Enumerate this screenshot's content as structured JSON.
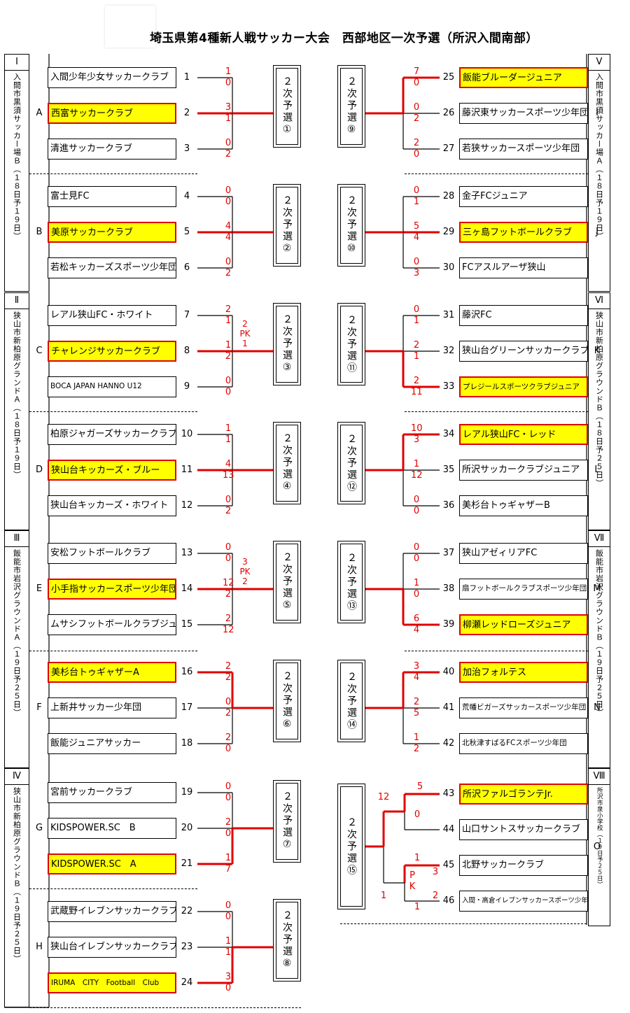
{
  "title": "埼玉県第4種新人戦サッカー大会　西部地区一次予選（所沢入間南部）",
  "box_label": "２次予選",
  "box_nums": [
    "①",
    "②",
    "③",
    "④",
    "⑤",
    "⑥",
    "⑦",
    "⑧",
    "⑨",
    "⑩",
    "⑪",
    "⑫",
    "⑬",
    "⑭",
    "⑮"
  ],
  "sections": [
    {
      "roman": "Ⅰ",
      "venue": "入間市黒須サッカー場Ｂ（１８日予１９日）"
    },
    {
      "roman": "Ⅱ",
      "venue": "狭山市新柏原グランドＡ（１８日予１９日）"
    },
    {
      "roman": "Ⅲ",
      "venue": "飯能市岩沢グラウンドＡ（１９日予２５日）"
    },
    {
      "roman": "Ⅳ",
      "venue": "狭山市新柏原グラウンドＢ（１９日予２５日）"
    },
    {
      "roman": "Ⅴ",
      "venue": "入間市黒須サッカー場Ａ（１８日予１９日）"
    },
    {
      "roman": "Ⅵ",
      "venue": "狭山市新柏原グラウンドＢ（１８日予２５日）"
    },
    {
      "roman": "Ⅶ",
      "venue": "飯能市岩沢グラウンドＢ（１９日予２５日）"
    },
    {
      "roman": "Ⅷ",
      "venue": "所沢市泉小学校（１９日予２５日）"
    }
  ],
  "groups": [
    "A",
    "B",
    "C",
    "D",
    "E",
    "F",
    "G",
    "H",
    "I",
    "J",
    "K",
    "L",
    "M",
    "N",
    "O"
  ],
  "teams": [
    {
      "no": "1",
      "name": "入間少年少女サッカークラブ",
      "win": false
    },
    {
      "no": "2",
      "name": "西富サッカークラブ",
      "win": true
    },
    {
      "no": "3",
      "name": "清進サッカークラブ",
      "win": false
    },
    {
      "no": "4",
      "name": "富士見FC",
      "win": false
    },
    {
      "no": "5",
      "name": "美原サッカークラブ",
      "win": true
    },
    {
      "no": "6",
      "name": "若松キッカーズスポーツ少年団",
      "win": false
    },
    {
      "no": "7",
      "name": "レアル狭山FC・ホワイト",
      "win": false
    },
    {
      "no": "8",
      "name": "チャレンジサッカークラブ",
      "win": true
    },
    {
      "no": "9",
      "name": "BOCA JAPAN HANNO U12",
      "win": false
    },
    {
      "no": "10",
      "name": "柏原ジャガーズサッカークラブ",
      "win": false
    },
    {
      "no": "11",
      "name": "狭山台キッカーズ・ブルー",
      "win": true
    },
    {
      "no": "12",
      "name": "狭山台キッカーズ・ホワイト",
      "win": false
    },
    {
      "no": "13",
      "name": "安松フットボールクラブ",
      "win": false
    },
    {
      "no": "14",
      "name": "小手指サッカースポーツ少年団",
      "win": true
    },
    {
      "no": "15",
      "name": "ムサシフットボールクラブジュニア",
      "win": false
    },
    {
      "no": "16",
      "name": "美杉台トゥギャザーA",
      "win": true
    },
    {
      "no": "17",
      "name": "上新井サッカー少年団",
      "win": false
    },
    {
      "no": "18",
      "name": "飯能ジュニアサッカー",
      "win": false
    },
    {
      "no": "19",
      "name": "宮前サッカークラブ",
      "win": false
    },
    {
      "no": "20",
      "name": "KIDSPOWER.SC　B",
      "win": false
    },
    {
      "no": "21",
      "name": "KIDSPOWER.SC　A",
      "win": true
    },
    {
      "no": "22",
      "name": "武蔵野イレブンサッカークラブ",
      "win": false
    },
    {
      "no": "23",
      "name": "狭山台イレブンサッカークラブ",
      "win": false
    },
    {
      "no": "24",
      "name": "IRUMA　CITY　Football　Club",
      "win": true
    },
    {
      "no": "25",
      "name": "飯能ブルーダージュニア",
      "win": true
    },
    {
      "no": "26",
      "name": "藤沢東サッカースポーツ少年団",
      "win": false
    },
    {
      "no": "27",
      "name": "若狭サッカースポーツ少年団",
      "win": false
    },
    {
      "no": "28",
      "name": "金子FCジュニア",
      "win": false
    },
    {
      "no": "29",
      "name": "三ヶ島フットボールクラブ",
      "win": true
    },
    {
      "no": "30",
      "name": "FCアスルアーザ狭山",
      "win": false
    },
    {
      "no": "31",
      "name": "藤沢FC",
      "win": false
    },
    {
      "no": "32",
      "name": "狭山台グリーンサッカークラブ",
      "win": false
    },
    {
      "no": "33",
      "name": "プレジールスポーツクラブジュニア",
      "win": true
    },
    {
      "no": "34",
      "name": "レアル狭山FC・レッド",
      "win": true
    },
    {
      "no": "35",
      "name": "所沢サッカークラブジュニア",
      "win": false
    },
    {
      "no": "36",
      "name": "美杉台トゥギャザーB",
      "win": false
    },
    {
      "no": "37",
      "name": "狭山アゼィリアFC",
      "win": false
    },
    {
      "no": "38",
      "name": "扇フットボールクラブスポーツ少年団",
      "win": false
    },
    {
      "no": "39",
      "name": "柳瀬レッドローズジュニア",
      "win": true
    },
    {
      "no": "40",
      "name": "加治フォルテス",
      "win": true
    },
    {
      "no": "41",
      "name": "荒幡ビガーズサッカースポーツ少年団",
      "win": false
    },
    {
      "no": "42",
      "name": "北秋津すばるFCスポーツ少年団",
      "win": false
    },
    {
      "no": "43",
      "name": "所沢ファルゴランテJr.",
      "win": true
    },
    {
      "no": "44",
      "name": "山口サントスサッカークラブ",
      "win": false
    },
    {
      "no": "45",
      "name": "北野サッカークラブ",
      "win": false
    },
    {
      "no": "46",
      "name": "入間・高倉イレブンサッカースポーツ少年団",
      "win": false
    }
  ],
  "scores": [
    [
      "1",
      "0",
      "3",
      "1",
      "0",
      "2"
    ],
    [
      "0",
      "0",
      "4",
      "4",
      "0",
      "2"
    ],
    [
      "2",
      "1",
      "1",
      "2",
      "0",
      "0"
    ],
    [
      "1",
      "1",
      "4",
      "13",
      "0",
      "2"
    ],
    [
      "0",
      "0",
      "12",
      "2",
      "2",
      "12"
    ],
    [
      "2",
      "2",
      "0",
      "2",
      "2",
      "0"
    ],
    [
      "0",
      "0",
      "2",
      "0",
      "1",
      "7"
    ],
    [
      "0",
      "0",
      "1",
      "1",
      "3",
      "0"
    ],
    [
      "7",
      "0",
      "0",
      "2",
      "2",
      "0"
    ],
    [
      "0",
      "1",
      "5",
      "4",
      "0",
      "3"
    ],
    [
      "0",
      "1",
      "2",
      "1",
      "2",
      "11"
    ],
    [
      "10",
      "3",
      "1",
      "12",
      "0",
      "0"
    ],
    [
      "0",
      "0",
      "1",
      "0",
      "6",
      "4"
    ],
    [
      "3",
      "4",
      "2",
      "5",
      "1",
      "2"
    ]
  ],
  "pk": [
    {
      "label": "PK",
      "a": "2",
      "b": "1"
    },
    {
      "label": "PK",
      "a": "3",
      "b": "2"
    }
  ],
  "o_scores": {
    "s43": "5",
    "s44": "0",
    "semi_top": "12",
    "s45": "1",
    "s46": "1",
    "semi_bot": "1",
    "pk_a": "3",
    "pk_b": "2",
    "pk_label": "P K"
  },
  "colors": {
    "accent_red": "#e00000",
    "winner_fill": "#ffff00"
  }
}
